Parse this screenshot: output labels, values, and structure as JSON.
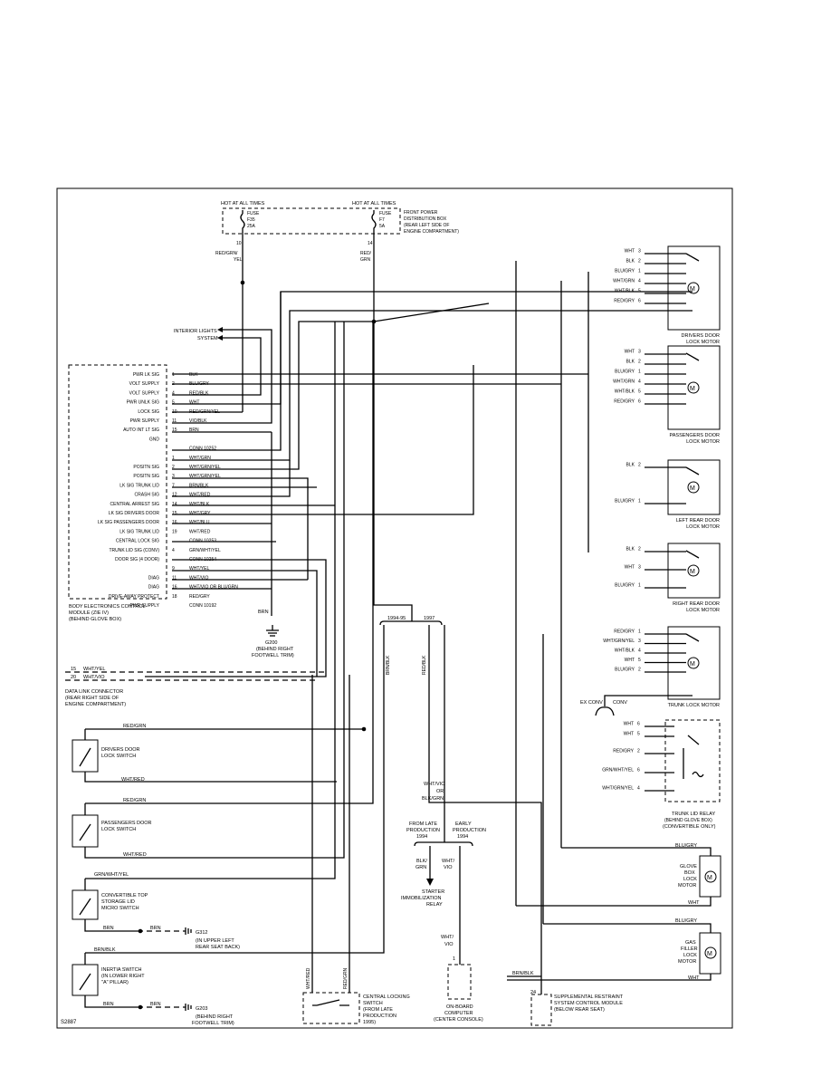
{
  "diagram_id": "S2887",
  "fuses": {
    "left": {
      "hot": "HOT AT ALL TIMES",
      "fuse": "FUSE",
      "id": "F35",
      "amp": "25A",
      "pin": "10",
      "wire1": "RED/GRN/",
      "wire2": "YEL"
    },
    "right": {
      "hot": "HOT AT ALL TIMES",
      "fuse": "FUSE",
      "id": "F7",
      "amp": "5A",
      "pin": "14",
      "wire1": "RED/",
      "wire2": "GRN"
    },
    "box_label": [
      "FRONT POWER",
      "DISTRIBUTION BOX",
      "(REAR LEFT SIDE OF",
      "ENGINE COMPARTMENT)"
    ]
  },
  "interior_lights": [
    "INTERIOR LIGHTS",
    "SYSTEM"
  ],
  "becm": {
    "label": [
      "BODY ELECTRONICS CONTROL",
      "MODULE (ZIE IV)",
      "(BEHIND GLOVE BOX)"
    ],
    "rows": [
      {
        "sig": "PWR LK SIG",
        "pin": "1",
        "wire": "BLK"
      },
      {
        "sig": "VOLT SUPPLY",
        "pin": "2",
        "wire": "BLU/GRY"
      },
      {
        "sig": "VOLT SUPPLY",
        "pin": "4",
        "wire": "RED/BLK"
      },
      {
        "sig": "PWR UNLK SIG",
        "pin": "5",
        "wire": "WHT"
      },
      {
        "sig": "LOCK SIG",
        "pin": "10",
        "wire": "RED/GRN/YEL"
      },
      {
        "sig": "PWR SUPPLY",
        "pin": "11",
        "wire": "VIO/BLK"
      },
      {
        "sig": "AUTO INT LT SIG",
        "pin": "15",
        "wire": "BRN"
      },
      {
        "sig": "GND",
        "pin": "",
        "wire": ""
      },
      {
        "sig": "",
        "pin": "",
        "wire": "CONN 10252"
      },
      {
        "sig": "",
        "pin": "1",
        "wire": "WHT/GRN"
      },
      {
        "sig": "POSITN SIG",
        "pin": "2",
        "wire": "WHT/GRN/YEL"
      },
      {
        "sig": "POSITN SIG",
        "pin": "3",
        "wire": "WHT/GRN/YEL"
      },
      {
        "sig": "LK SIG TRUNK LID",
        "pin": "7",
        "wire": "BRN/BLK"
      },
      {
        "sig": "CRASH SIG",
        "pin": "12",
        "wire": "WHT/RED"
      },
      {
        "sig": "CENTRAL ARREST SIG",
        "pin": "14",
        "wire": "WHT/BLK"
      },
      {
        "sig": "LK SIG DRIVERS DOOR",
        "pin": "15",
        "wire": "WHT/GRY"
      },
      {
        "sig": "LK SIG PASSENGERS DOOR",
        "pin": "16",
        "wire": "WHT/BLU"
      },
      {
        "sig": "LK SIG TRUNK LID",
        "pin": "19",
        "wire": "WHT/RED"
      },
      {
        "sig": "CENTRAL LOCK SIG",
        "pin": "",
        "wire": "CONN 10253"
      },
      {
        "sig": "TRUNK LID SIG (CONV)",
        "pin": "4",
        "wire": "GRN/WHT/YEL"
      },
      {
        "sig": "DOOR SIG (4 DOOR)",
        "pin": "",
        "wire": "CONN 10254"
      },
      {
        "sig": "",
        "pin": "9",
        "wire": "WHT/YEL"
      },
      {
        "sig": "DIAG",
        "pin": "11",
        "wire": "WHT/VIO"
      },
      {
        "sig": "DIAG",
        "pin": "16",
        "wire": "WHT/VIO OR BLU/GRN"
      },
      {
        "sig": "DRIVE-AWAY PROTECT",
        "pin": "18",
        "wire": "RED/GRY"
      },
      {
        "sig": "PWR SUPPLY",
        "pin": "",
        "wire": "CONN 10192"
      }
    ]
  },
  "ground_g200": {
    "wire": "BRN",
    "name": "G200",
    "loc": [
      "(BEHIND RIGHT",
      "FOOTWELL TRIM)"
    ]
  },
  "dlc": {
    "pins": [
      {
        "pin": "15",
        "wire": "WHT/YEL"
      },
      {
        "pin": "20",
        "wire": "WHT/VIO"
      }
    ],
    "label": [
      "DATA LINK CONNECTOR",
      "(REAR RIGHT SIDE OF",
      "ENGINE COMPARTMENT)"
    ]
  },
  "switches": {
    "driver": {
      "wire_top": "RED/GRN",
      "wire_bot": "WHT/RED",
      "label": [
        "DRIVERS DOOR",
        "LOCK SWITCH"
      ]
    },
    "pass": {
      "wire_top": "RED/GRN",
      "wire_bot": "WHT/RED",
      "label": [
        "PASSENGERS DOOR",
        "LOCK SWITCH"
      ]
    },
    "conv": {
      "wire_top": "GRN/WHT/YEL",
      "wire_bot": "BRN",
      "label": [
        "CONVERTIBLE TOP",
        "STORAGE LID",
        "MICRO SWITCH"
      ]
    },
    "inertia": {
      "wire_top": "BRN/BLK",
      "wire_bot": "BRN",
      "label": [
        "INERTIA SWITCH",
        "(IN LOWER RIGHT",
        "\"A\" PILLAR)"
      ]
    }
  },
  "g312": {
    "wire": "BRN",
    "name": "G312",
    "loc": [
      "(IN UPPER LEFT",
      "REAR SEAT BACK)"
    ]
  },
  "g203": {
    "wire": "BRN",
    "name": "G203",
    "loc": [
      "(BEHIND RIGHT",
      "FOOTWELL TRIM)"
    ]
  },
  "years": {
    "a": "1994-95",
    "b": "1997"
  },
  "vert_wires": {
    "brnblk": "BRN/BLK",
    "redblk": "RED/BLK",
    "whtvio": [
      "WHT/VIO",
      "OR",
      "BLK/GRN"
    ]
  },
  "immob": {
    "late": [
      "FROM LATE",
      "PRODUCTION",
      "1994"
    ],
    "early": [
      "EARLY",
      "PRODUCTION",
      "1994"
    ],
    "w1": [
      "BLK/",
      "GRN"
    ],
    "w2": [
      "WHT/",
      "VIO"
    ],
    "label": [
      "STARTER",
      "IMMOBILIZATION",
      "RELAY"
    ]
  },
  "obc": {
    "wire": [
      "WHT/",
      "VIO"
    ],
    "pin": "1",
    "label": [
      "ON-BOARD",
      "COMPUTER",
      "(CENTER CONSOLE)"
    ]
  },
  "srs": {
    "wire": "BRN/BLK",
    "pin": "24",
    "label": [
      "SUPPLEMENTAL RESTRAINT",
      "SYSTEM CONTROL MODULE",
      "(BELOW REAR SEAT)"
    ]
  },
  "central_switch": {
    "w1": "WHT/RED",
    "w2": "RED/GRN",
    "label": [
      "CENTRAL LOCKING",
      "SWITCH",
      "(FROM LATE",
      "PRODUCTION",
      "1995)"
    ]
  },
  "motors": {
    "driver": {
      "pins": [
        {
          "w": "WHT",
          "p": "3"
        },
        {
          "w": "BLK",
          "p": "2"
        },
        {
          "w": "BLU/GRY",
          "p": "1"
        },
        {
          "w": "WHT/GRN",
          "p": "4"
        },
        {
          "w": "WHT/BLK",
          "p": "5"
        },
        {
          "w": "RED/GRY",
          "p": "6"
        }
      ],
      "label": [
        "DRIVERS DOOR",
        "LOCK MOTOR"
      ]
    },
    "pass": {
      "pins": [
        {
          "w": "WHT",
          "p": "3"
        },
        {
          "w": "BLK",
          "p": "2"
        },
        {
          "w": "BLU/GRY",
          "p": "1"
        },
        {
          "w": "WHT/GRN",
          "p": "4"
        },
        {
          "w": "WHT/BLK",
          "p": "5"
        },
        {
          "w": "RED/GRY",
          "p": "6"
        }
      ],
      "label": [
        "PASSENGERS DOOR",
        "LOCK MOTOR"
      ]
    },
    "lrear": {
      "pins": [
        {
          "w": "BLK",
          "p": "2"
        },
        {
          "w": "BLU/GRY",
          "p": "1"
        }
      ],
      "label": [
        "LEFT REAR DOOR",
        "LOCK MOTOR"
      ]
    },
    "rrear": {
      "pins": [
        {
          "w": "BLK",
          "p": "2"
        },
        {
          "w": "WHT",
          "p": "3"
        },
        {
          "w": "BLU/GRY",
          "p": "1"
        }
      ],
      "label": [
        "RIGHT REAR DOOR",
        "LOCK MOTOR"
      ]
    },
    "trunk": {
      "pins": [
        {
          "w": "RED/GRY",
          "p": "1"
        },
        {
          "w": "WHT/GRN/YEL",
          "p": "3"
        },
        {
          "w": "WHT/BLK",
          "p": "4"
        },
        {
          "w": "WHT",
          "p": "5"
        },
        {
          "w": "BLU/GRY",
          "p": "2"
        }
      ],
      "label": [
        "TRUNK LOCK MOTOR"
      ]
    }
  },
  "conv": {
    "ex": "EX CONV",
    "conv": "CONV"
  },
  "trunk_relay": {
    "pins": [
      {
        "w": "WHT",
        "p": "6"
      },
      {
        "w": "WHT",
        "p": "5"
      },
      {
        "w": "RED/GRY",
        "p": "2"
      },
      {
        "w": "GRN/WHT/YEL",
        "p": "6"
      },
      {
        "w": "WHT/GRN/YEL",
        "p": "4"
      }
    ],
    "label": [
      "TRUNK LID RELAY",
      "(BEHIND GLOVE BOX)",
      "(CONVERTIBLE ONLY)"
    ]
  },
  "glove": {
    "w1": "BLU/GRY",
    "w2": "WHT",
    "label": [
      "GLOVE",
      "BOX",
      "LOCK",
      "MOTOR"
    ]
  },
  "gas": {
    "w1": "BLU/GRY",
    "w2": "WHT",
    "label": [
      "GAS",
      "FILLER",
      "LOCK",
      "MOTOR"
    ]
  }
}
